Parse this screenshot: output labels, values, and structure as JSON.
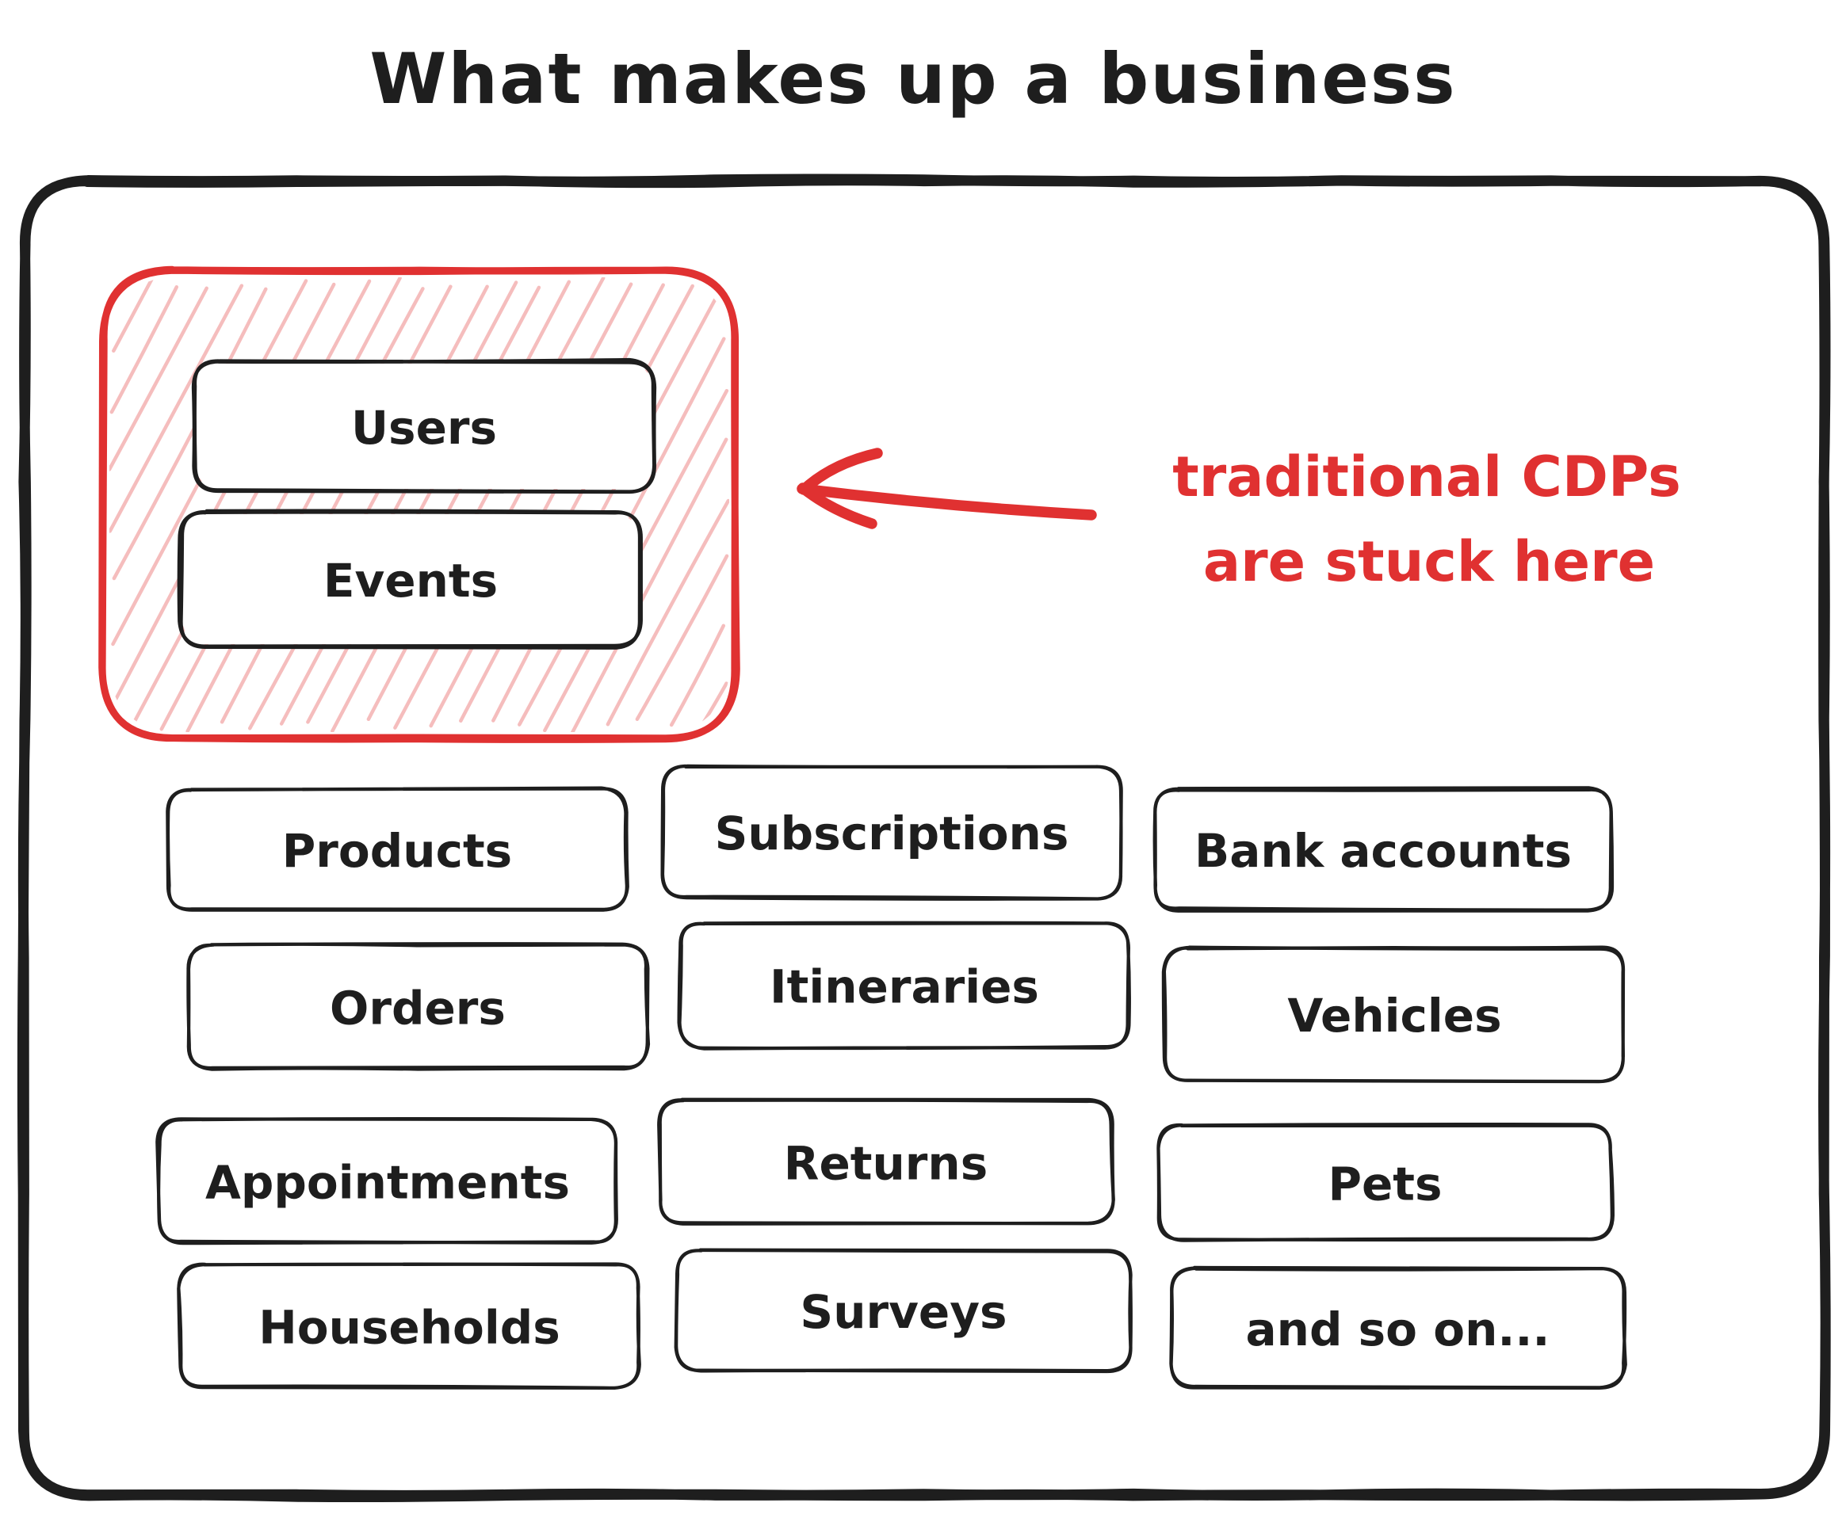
{
  "title": "What makes up a business",
  "colors": {
    "background": "#ffffff",
    "ink": "#1e1e1e",
    "accent_red": "#e03131",
    "hatch_red": "rgba(224,49,49,0.32)"
  },
  "cdp_group": {
    "nodes": [
      {
        "label": "Users"
      },
      {
        "label": "Events"
      }
    ]
  },
  "annotation": {
    "line1": "traditional CDPs",
    "line2": "are stuck here",
    "arrow_icon": "left-arrow"
  },
  "business_grid": {
    "nodes": [
      {
        "label": "Products"
      },
      {
        "label": "Subscriptions"
      },
      {
        "label": "Bank accounts"
      },
      {
        "label": "Orders"
      },
      {
        "label": "Itineraries"
      },
      {
        "label": "Vehicles"
      },
      {
        "label": "Appointments"
      },
      {
        "label": "Returns"
      },
      {
        "label": "Pets"
      },
      {
        "label": "Households"
      },
      {
        "label": "Surveys"
      },
      {
        "label": "and so on..."
      }
    ]
  }
}
